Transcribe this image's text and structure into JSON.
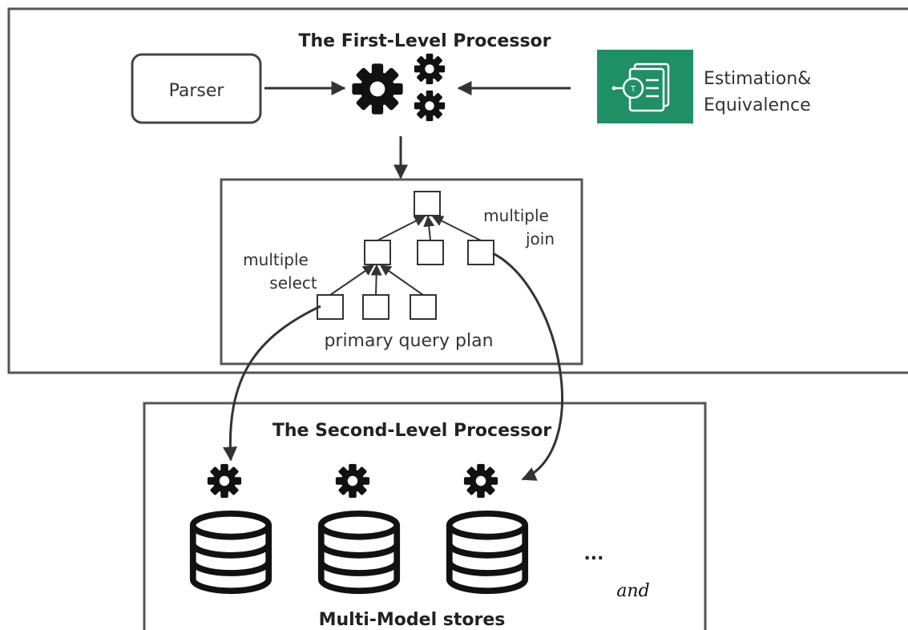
{
  "first_level": {
    "title": "The First-Level Processor",
    "parser_label": "Parser",
    "estimation_label_line1": "Estimation&",
    "estimation_label_line2": "Equivalence"
  },
  "query_plan": {
    "label": "primary query plan",
    "multiple_select_line1": "multiple",
    "multiple_select_line2": "select",
    "multiple_join_line1": "multiple",
    "multiple_join_line2": "join"
  },
  "second_level": {
    "title": "The Second-Level Processor",
    "ellipsis": "...",
    "and_label": "and",
    "stores_label": "Multi-Model stores"
  },
  "colors": {
    "box_border": "#555555",
    "arrow": "#333333",
    "gear": "#111111",
    "estimation_icon_bg": "#1f8f66",
    "database": "#111111"
  },
  "icons": [
    "gear-icon",
    "document-analysis-icon",
    "database-icon"
  ]
}
